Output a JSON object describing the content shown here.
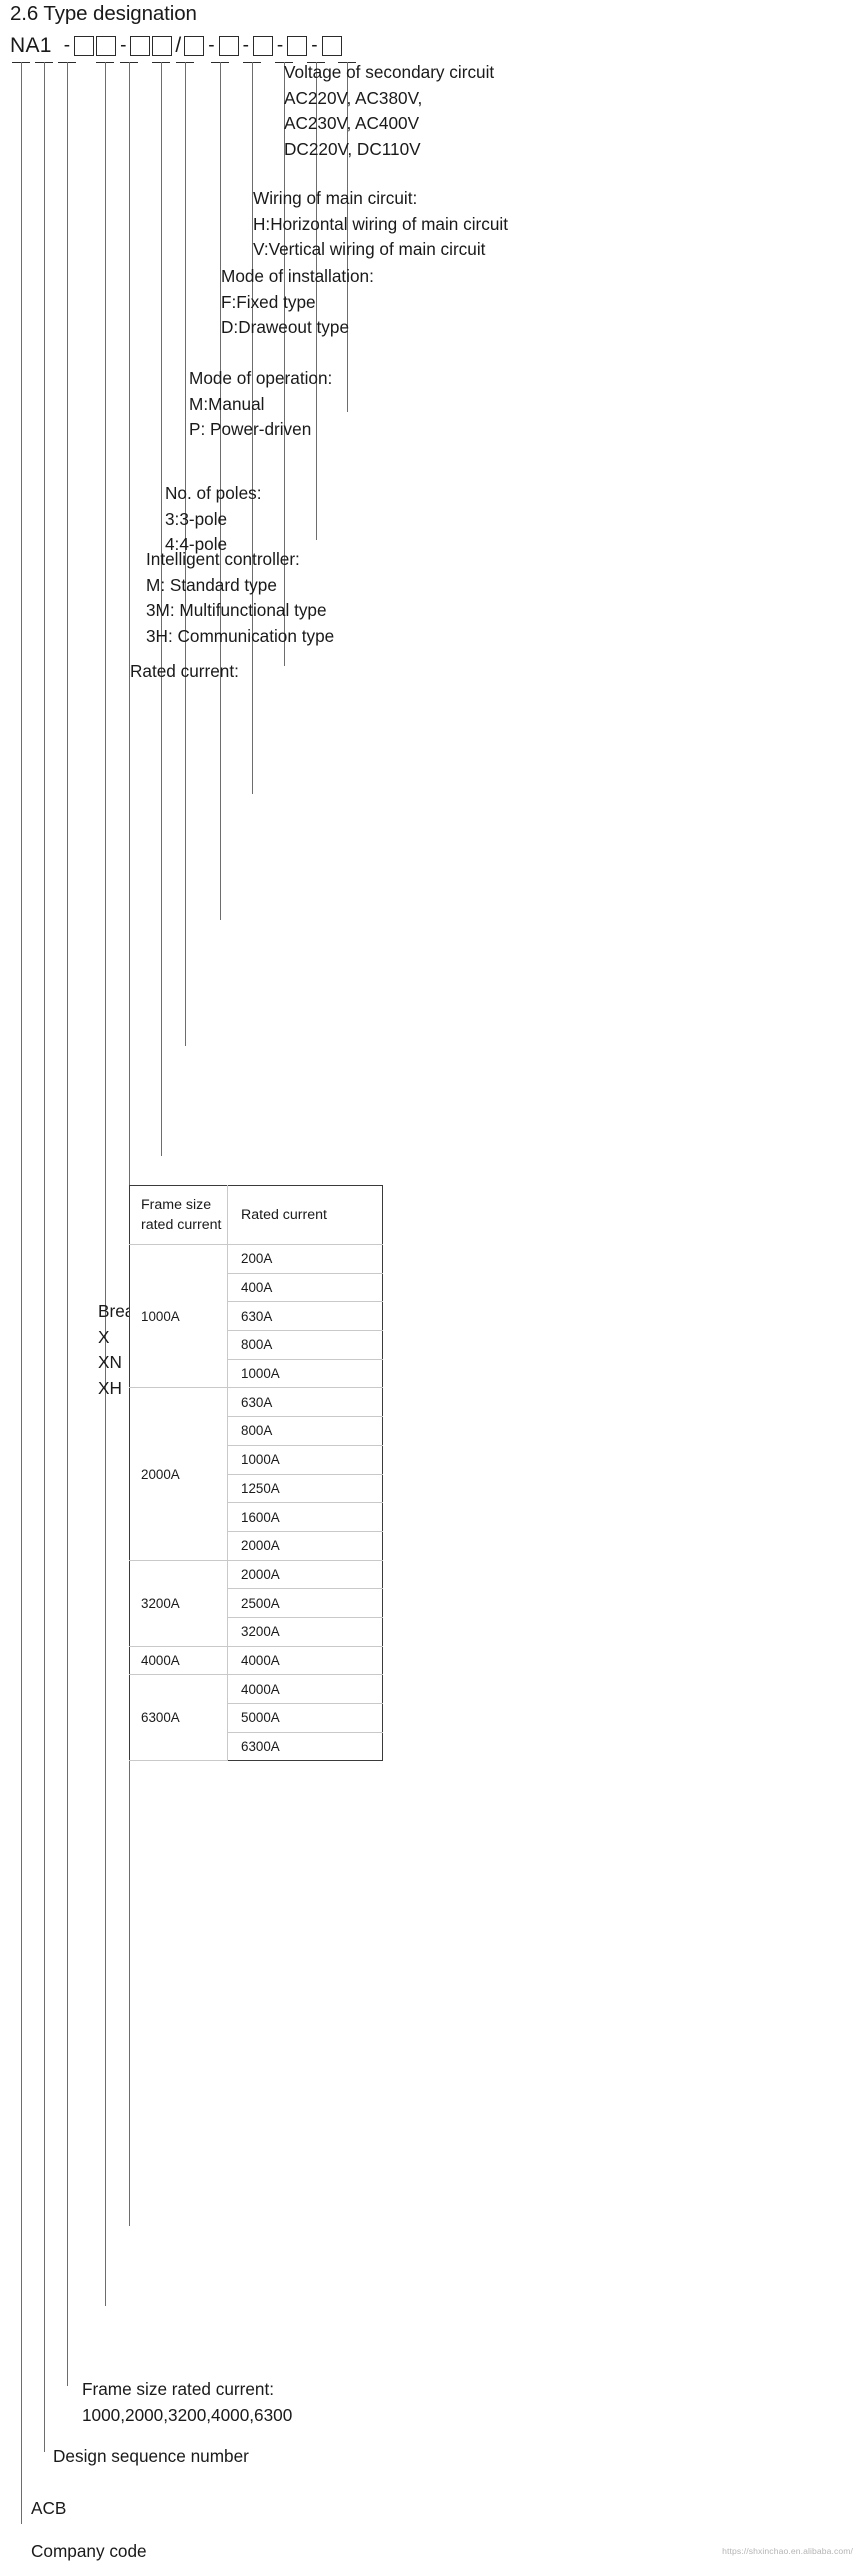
{
  "section": {
    "number_title": "2.6 Type designation"
  },
  "type_code": {
    "prefix": "NA1",
    "separator": "-",
    "slash": "/",
    "box_count": 9,
    "pattern": "NA1 - □□-□□/□-□-□-□-□"
  },
  "callouts": [
    {
      "name": "voltage-of-secondary-circuit",
      "lines": [
        "Voltage of secondary circuit",
        "AC220V, AC380V,",
        "AC230V, AC400V",
        "DC220V, DC110V"
      ]
    },
    {
      "name": "wiring-of-main-circuit",
      "lines": [
        "Wiring of main circuit:",
        "H:Horizontal wiring of main circuit",
        "V:Vertical wiring of main circuit"
      ]
    },
    {
      "name": "mode-of-installation",
      "lines": [
        "Mode of installation:",
        "F:Fixed  type",
        "D:Draweout type"
      ]
    },
    {
      "name": "mode-of-operation",
      "lines": [
        "Mode of operation:",
        "M:Manual",
        "P: Power-driven"
      ]
    },
    {
      "name": "no-of-poles",
      "lines": [
        "No. of poles:",
        "3:3-pole",
        "4:4-pole"
      ]
    },
    {
      "name": "intelligent-controller",
      "lines": [
        "Intelligent controller:",
        "M: Standard type",
        "3M: Multifunctional type",
        "3H: Communication type"
      ]
    },
    {
      "name": "rated-current",
      "lines": [
        "Rated current:"
      ]
    },
    {
      "name": "breaking-capacity",
      "lines": [
        "Breaking capacity:",
        "X",
        "XN",
        "XH"
      ]
    },
    {
      "name": "frame-size-rated-current",
      "lines": [
        "Frame size rated current:",
        "1000,2000,3200,4000,6300"
      ]
    },
    {
      "name": "design-sequence-number",
      "lines": [
        "Design sequence number"
      ]
    },
    {
      "name": "product-category",
      "lines": [
        "ACB"
      ]
    },
    {
      "name": "company-code",
      "lines": [
        "Company code"
      ]
    }
  ],
  "rated_current_table": {
    "headers": {
      "frame": "Frame size\nrated current",
      "frame_line1": "Frame size",
      "frame_line2": "rated current",
      "current": "Rated current"
    },
    "groups": [
      {
        "frame": "1000A",
        "currents": [
          "200A",
          "400A",
          "630A",
          "800A",
          "1000A"
        ]
      },
      {
        "frame": "2000A",
        "currents": [
          "630A",
          "800A",
          "1000A",
          "1250A",
          "1600A",
          "2000A"
        ]
      },
      {
        "frame": "3200A",
        "currents": [
          "2000A",
          "2500A",
          "3200A"
        ]
      },
      {
        "frame": "4000A",
        "currents": [
          "4000A"
        ]
      },
      {
        "frame": "6300A",
        "currents": [
          "4000A",
          "5000A",
          "6300A"
        ]
      }
    ]
  },
  "watermark": {
    "text": "https://shxinchao.en.alibaba.com/"
  },
  "colors": {
    "text": "#1a1a1a",
    "leader_line": "#6d6d6d",
    "box_border": "#2b2b2b",
    "table_border": "#3a3a3a",
    "table_inner": "#c9c9c9",
    "watermark": "#b4b4b4",
    "background": "#ffffff"
  }
}
